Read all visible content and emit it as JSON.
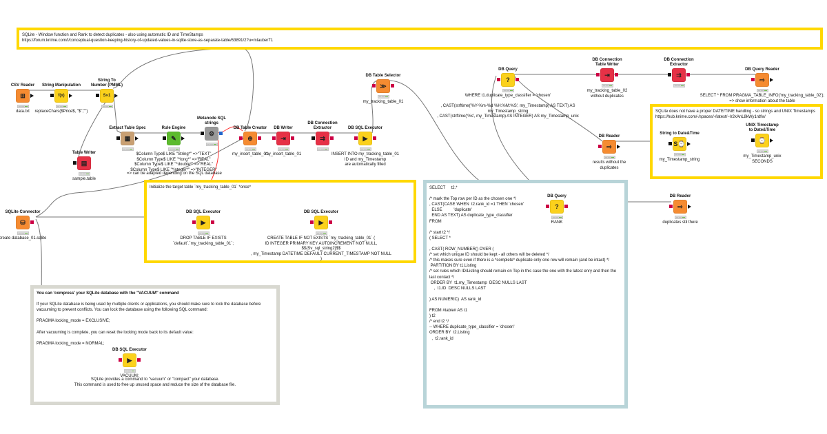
{
  "canvas": {
    "colors": {
      "wire": "#777777",
      "wire_highlight": "#ff3030",
      "annotation_yellow": "#ffd800",
      "annotation_gray": "#d8d8d0",
      "annotation_teal": "#b8d4d8",
      "node_orange": "#f58b31",
      "node_yellow": "#fbd11c",
      "node_red": "#e63146",
      "node_brown": "#c9a073",
      "node_green": "#5dbb2e",
      "node_gray": "#999999",
      "port_db": "#cc0044",
      "port_data": "#111111",
      "port_var": "#2266cc",
      "status_green": "#6fbf4a"
    }
  },
  "annotations": {
    "header": {
      "title": "SQLite - Window function and Rank to detect duplicates - also using automatic ID and TimeStamps",
      "url": "https://forum.knime.com/t/conceptual-question-keeping-history-of-updated-values-in-sqlite-store-as-separate-table/63891/2?u=mlauber71"
    },
    "init_table": {
      "text": "Initialize the target table `my_tracking_table_01` *once*"
    },
    "vacuum": {
      "title": "You can 'compress' your SQLite database with the \"VACUUM\" command",
      "p1": "If your SQLite database is being used by multiple clients or applications, you should make sure to lock the database before vacuuming to prevent conflicts. You can lock the database using the following SQL command:",
      "p2": "PRAGMA locking_mode = EXCLUSIVE;",
      "p3": "After vacuuming is complete, you can reset the locking mode back to its default value:",
      "p4": "PRAGMA locking_mode = NORMAL;"
    },
    "sql_rank": {
      "text": "SELECT     t2.*\n\n/* mark the Top row per ID as the chosen one */\n, CAST(CASE WHEN  t2.rank_id =1 THEN 'chosen'\n  ELSE          'duplicate'\n  END AS TEXT) AS duplicate_type_classifier\nFROM\n\n/* start t2 */\n( SELECT *\n\n, CAST( ROW_NUMBER() OVER (\n/* set which unique ID should be kept - all others will be deleted */\n/* this makes sure even if there is a *complete* duplicate only one row will remain (and be intact) */\n PARTITION BY t1.Listing\n/* set rules which ID/Listing should remain on Top in this case the one with the latest enry and then the last contact */\n ORDER BY  t1.my_Timestamp  DESC NULLS LAST\n    ,  t1.ID  DESC NULLS LAST\n\n) AS NUMERIC)  AS rank_id\n\nFROM #table# AS t1\n) t2\n/* end t2 */\n-- WHERE duplicate_type_classifier = 'chosen'\nORDER BY  t2.Listing\n  ,  t2.rank_id"
    },
    "datetime": {
      "title": "SQLite does not have a proper DATE/TIME handling - so strings and UNIX Timestamps",
      "url": "https://hub.knime.com/-/spaces/-/latest/~Ir2kAnL8kWy1rdfw/"
    },
    "extra_text": {
      "can_adapt": "=> can be adapted depending on the SQL database",
      "vacuum_desc": "SQLite provides a command to \"vacuum\" or \"compact\" your database.\nThis command is used to free up unused space and reduce the size of the database file."
    }
  },
  "nodes": [
    {
      "id": "csv",
      "name": "CSV Reader",
      "label": "data.txt",
      "icon": "csv-reader-icon",
      "glyph": "⊞"
    },
    {
      "id": "strman",
      "name": "String Manipulation",
      "label": "replaceChars($Price$, \"$\",\"\")",
      "icon": "string-manipulation-icon",
      "glyph": "f(x)"
    },
    {
      "id": "str2num",
      "name": "String To\nNumber (PMML)",
      "label": "",
      "icon": "string-to-number-icon",
      "glyph": "S»1"
    },
    {
      "id": "extractspec",
      "name": "Extract Table Spec",
      "label": "",
      "icon": "table-spec-icon",
      "glyph": "▦"
    },
    {
      "id": "rule",
      "name": "Rule Engine",
      "label": "$Column Type$ LIKE \"String*\" =>\"TEXT\"\n$Column Type$ LIKE \"*long*\" =>\"REAL\"\n$Column Type$ LIKE \"*double*\" =>\"REAL\"\n$Column Type$ LIKE \"*integer*\" =>\"INTEGER\"",
      "icon": "rule-engine-icon",
      "glyph": "✎"
    },
    {
      "id": "metanode",
      "name": "Metanode SQL\nstrings",
      "label": "",
      "icon": "metanode-icon",
      "glyph": "⚙"
    },
    {
      "id": "tablewriter",
      "name": "Table Writer",
      "label": "sample.table",
      "icon": "table-writer-icon",
      "glyph": "▤"
    },
    {
      "id": "dbcreator",
      "name": "DB Table Creator",
      "label": "my_insert_table_01",
      "icon": "db-table-creator-icon",
      "glyph": "⊕"
    },
    {
      "id": "dbwriter",
      "name": "DB Writer",
      "label": "my_insert_table_01",
      "icon": "db-writer-icon",
      "glyph": "⇥"
    },
    {
      "id": "dbconnext1",
      "name": "DB Connection\nExtractor",
      "label": "",
      "icon": "db-connection-extractor-icon",
      "glyph": "⇉"
    },
    {
      "id": "dbexec1",
      "name": "DB SQL Executor",
      "label": "INSERT INTO my_tracking_table_01\nID and my_Timestamp\nare automatically filled",
      "icon": "db-sql-executor-icon",
      "glyph": "▶"
    },
    {
      "id": "dbselector",
      "name": "DB Table Selector",
      "label": "my_tracking_table_01",
      "icon": "db-table-selector-icon",
      "glyph": "≫"
    },
    {
      "id": "sqlite",
      "name": "SQLite Connector",
      "label": "create database_01.sqlite",
      "icon": "sqlite-connector-icon",
      "glyph": "⛁"
    },
    {
      "id": "dbexec2",
      "name": "DB SQL Executor",
      "label": "DROP TABLE IF EXISTS `default`.`my_tracking_table_01`;",
      "icon": "db-sql-executor-icon",
      "glyph": "▶"
    },
    {
      "id": "dbexec3",
      "name": "DB SQL Executor",
      "label": "CREATE TABLE IF NOT EXISTS `my_tracking_table_01` (\nID INTEGER PRIMARY KEY AUTOINCREMENT NOT NULL,\n$${Sv_sql_string2}$$\n, my_Timestamp DATETIME DEFAULT CURRENT_TIMESTAMP NOT NULL\n)",
      "icon": "db-sql-executor-icon",
      "glyph": "▶"
    },
    {
      "id": "dbexec4",
      "name": "DB SQL Executor",
      "label": "VACUUM;",
      "icon": "db-sql-executor-icon",
      "glyph": "▶"
    },
    {
      "id": "dbquery1",
      "name": "DB Query",
      "label": "WHERE t1.duplicate_type_classifier = 'chosen'\n\n, CAST(strftime('%Y-%m-%d %H:%M:%S', my_Timestamp) AS TEXT) AS my_Timestamp_string\n, CAST(strftime('%s', my_Timestamp) AS INTEGER) AS my_Timestamp_unix",
      "icon": "db-query-icon",
      "glyph": "?"
    },
    {
      "id": "dbtablewriter",
      "name": "DB Connection\nTable Writer",
      "label": "my_tracking_table_02\nwithout duplicates",
      "icon": "db-connection-table-writer-icon",
      "glyph": "⇥"
    },
    {
      "id": "dbconnext2",
      "name": "DB Connection\nExtractor",
      "label": "",
      "icon": "db-connection-extractor-icon",
      "glyph": "⇉"
    },
    {
      "id": "dbqueryreader",
      "name": "DB Query Reader",
      "label": "SELECT * FROM PRAGMA_TABLE_INFO('my_tracking_table_02');\n=> show information about the table",
      "icon": "db-query-reader-icon",
      "glyph": "⇨"
    },
    {
      "id": "dbreader1",
      "name": "DB Reader",
      "label": "results without the\nduplicates",
      "icon": "db-reader-icon",
      "glyph": "⇨"
    },
    {
      "id": "str2dt",
      "name": "String to Date&Time",
      "label": "my_Timestamp_string",
      "icon": "string-to-datetime-icon",
      "glyph": "S⌚"
    },
    {
      "id": "unix2dt",
      "name": "UNIX Timestamp\nto Date&Time",
      "label": "my_Timestamp_unix\nSECONDS",
      "icon": "unix-timestamp-icon",
      "glyph": "⌚"
    },
    {
      "id": "dbquery2",
      "name": "DB Query",
      "label": "RANK",
      "icon": "db-query-icon",
      "glyph": "?"
    },
    {
      "id": "dbreader2",
      "name": "DB Reader",
      "label": "duplicates stil there",
      "icon": "db-reader-icon",
      "glyph": "⇨"
    }
  ]
}
